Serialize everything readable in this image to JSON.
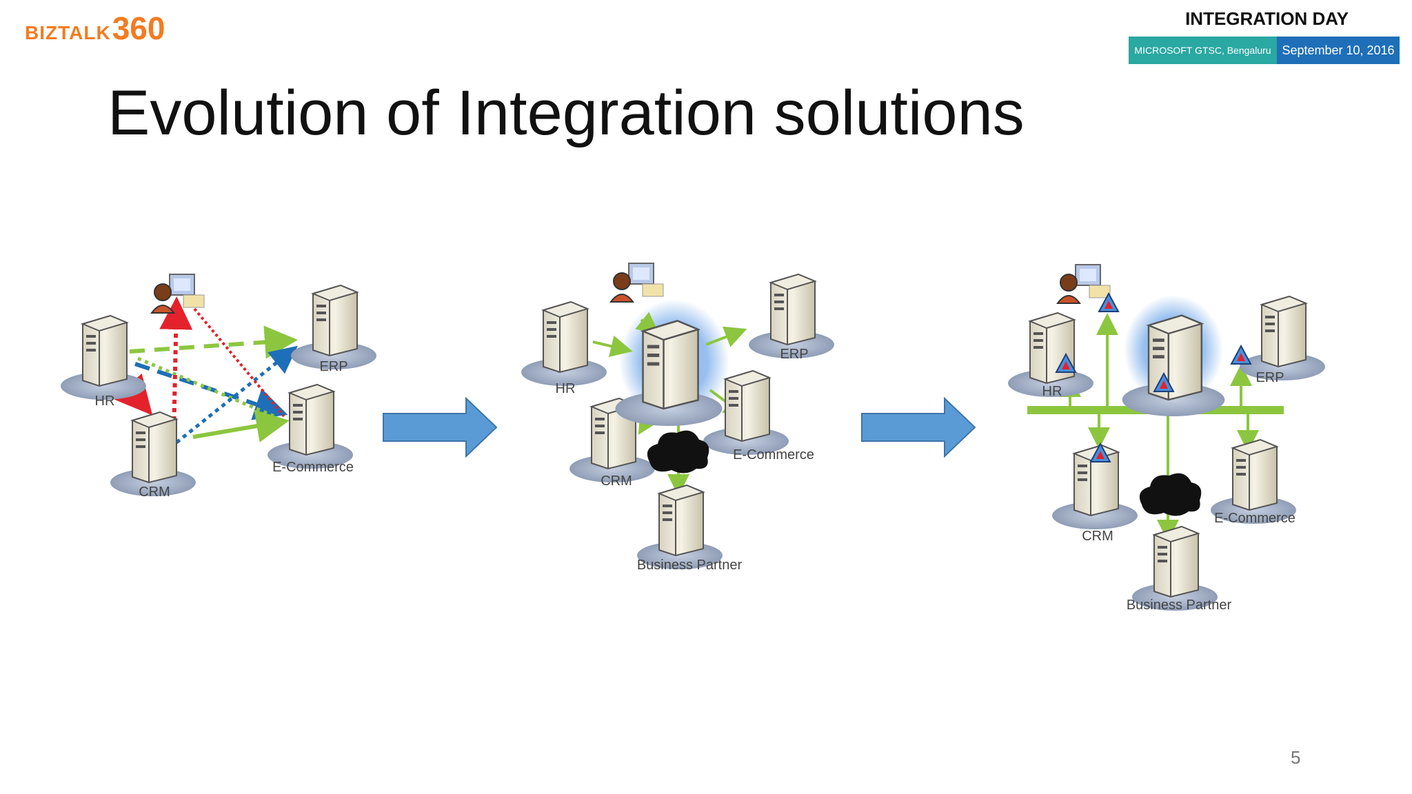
{
  "header": {
    "logo_text": "BIZTALK",
    "logo_number": "360",
    "event_title": "INTEGRATION DAY",
    "event_venue": "MICROSOFT GTSC, Bengaluru",
    "event_date": "September 10, 2016"
  },
  "slide": {
    "title": "Evolution of Integration solutions",
    "page_number": "5"
  },
  "diagrams": {
    "point_to_point": {
      "hr": "HR",
      "erp": "ERP",
      "crm": "CRM",
      "ecommerce": "E-Commerce"
    },
    "hub_and_spoke": {
      "hr": "HR",
      "erp": "ERP",
      "crm": "CRM",
      "ecommerce": "E-Commerce",
      "partner": "Business Partner"
    },
    "bus": {
      "hr": "HR",
      "erp": "ERP",
      "crm": "CRM",
      "ecommerce": "E-Commerce",
      "partner": "Business Partner"
    }
  },
  "colors": {
    "brand_orange": "#f47b20",
    "teal": "#2aa8a2",
    "blue": "#1e6fb8",
    "arrow_fill": "#5b9bd5",
    "green_link": "#8cc63f",
    "red_link": "#e3222c",
    "blue_link": "#1e6fb8"
  },
  "icons": [
    "server-icon",
    "user-workstation-icon",
    "cloud-icon",
    "adapter-icon",
    "arrow-right-icon"
  ]
}
